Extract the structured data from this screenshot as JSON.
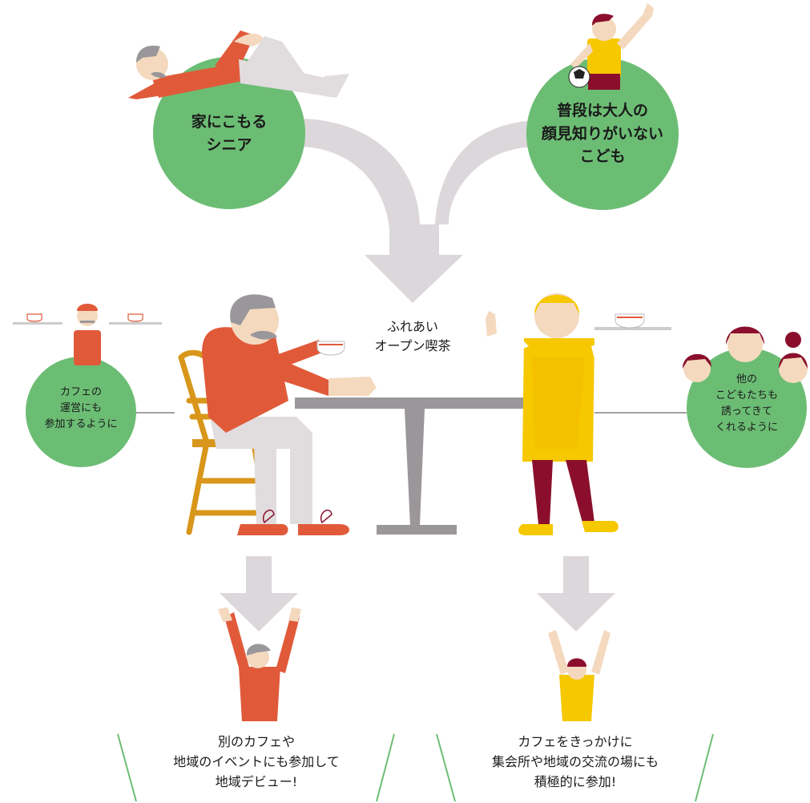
{
  "colors": {
    "green": "#6cbd74",
    "arrow": "#dcd7da",
    "orange": "#e05a3a",
    "yellow": "#f6c800",
    "maroon": "#8b0f2d",
    "skin": "#f4d9bf",
    "grey_hair": "#9a979a",
    "chair": "#d8961a",
    "table": "#9b9699",
    "trouser": "#e1dcde",
    "cup_red": "#e05a3a",
    "tray": "#cccccc"
  },
  "bubbles": {
    "senior_home": [
      "家にこもる",
      "シニア"
    ],
    "child_no_adults": [
      "普段は大人の",
      "顔見知りがいない",
      "こども"
    ],
    "cafe_operation": [
      "カフェの",
      "運営にも",
      "参加するように"
    ],
    "invite_children": [
      "他の",
      "こどもたちも",
      "誘ってきて",
      "くれるように"
    ]
  },
  "center": {
    "label": [
      "ふれあい",
      "オープン喫茶"
    ]
  },
  "outcomes": {
    "senior": [
      "別のカフェや",
      "地域のイベントにも参加して",
      "地域デビュー!"
    ],
    "child": [
      "カフェをきっかけに",
      "集会所や地域の交流の場にも",
      "積極的に参加!"
    ]
  },
  "icons": {
    "lying_senior": "lying-senior-icon",
    "waving_child": "waving-child-soccer-icon",
    "senior_waiter": "senior-waiter-icon",
    "children_group": "children-group-icon",
    "seated_senior": "seated-senior-icon",
    "standing_child": "standing-child-waiter-icon",
    "cheering_senior": "cheering-senior-icon",
    "cheering_child": "cheering-child-icon"
  }
}
